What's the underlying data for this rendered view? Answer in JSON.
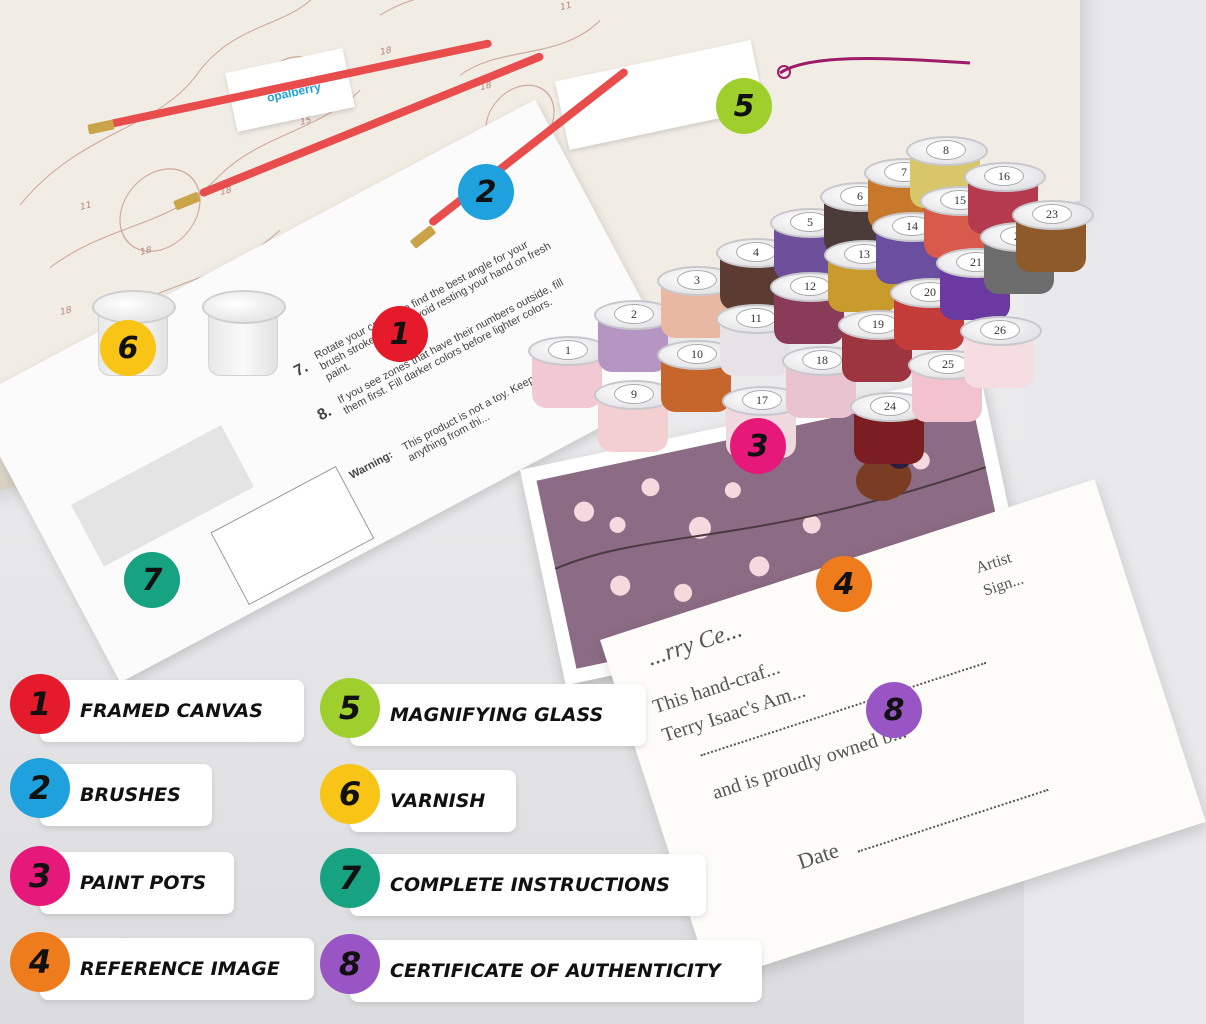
{
  "colors": {
    "c1": "#e51a2b",
    "c2": "#1fa1dd",
    "c3": "#e6197a",
    "c4": "#ef7c1c",
    "c5": "#9ecf2c",
    "c6": "#f8c416",
    "c7": "#17a382",
    "c8": "#9a55c4"
  },
  "markers": [
    {
      "id": "1",
      "label": "1"
    },
    {
      "id": "2",
      "label": "2"
    },
    {
      "id": "3",
      "label": "3"
    },
    {
      "id": "4",
      "label": "4"
    },
    {
      "id": "5",
      "label": "5"
    },
    {
      "id": "6",
      "label": "6"
    },
    {
      "id": "7",
      "label": "7"
    },
    {
      "id": "8",
      "label": "8"
    }
  ],
  "legend": [
    {
      "num": "1",
      "label": "FRAMED CANVAS"
    },
    {
      "num": "2",
      "label": "BRUSHES"
    },
    {
      "num": "3",
      "label": "PAINT POTS"
    },
    {
      "num": "4",
      "label": "REFERENCE IMAGE"
    },
    {
      "num": "5",
      "label": "MAGNIFYING GLASS"
    },
    {
      "num": "6",
      "label": "VARNISH"
    },
    {
      "num": "7",
      "label": "COMPLETE INSTRUCTIONS"
    },
    {
      "num": "8",
      "label": "CERTIFICATE OF AUTHENTICITY"
    }
  ],
  "instructions": {
    "step7_num": "7.",
    "step7_text": "Rotate your canvas to find the best angle for your brush strokes and to avoid resting your hand on fresh paint.",
    "step8_num": "8.",
    "step8_text": "If you see zones that have their numbers outside, fill them first. Fill darker colors before lighter colors.",
    "warning_label": "Warning:",
    "warning_text": "This product is not a toy. Keep a... Do not ingest anything from thi..."
  },
  "certificate": {
    "title": "...rry Ce...",
    "line1": "This hand-craf...",
    "line2": "Terry Isaac's Am...",
    "line3": "and is proudly owned b...",
    "date_label": "Date",
    "artist_label": "Artist",
    "sign_label": "Sign..."
  },
  "brand": "opalberry",
  "pots": [
    "1",
    "2",
    "3",
    "4",
    "5",
    "6",
    "7",
    "8",
    "9",
    "10",
    "11",
    "12",
    "13",
    "14",
    "15",
    "16",
    "17",
    "18",
    "19",
    "20",
    "21",
    "22",
    "23",
    "24",
    "25",
    "26"
  ]
}
